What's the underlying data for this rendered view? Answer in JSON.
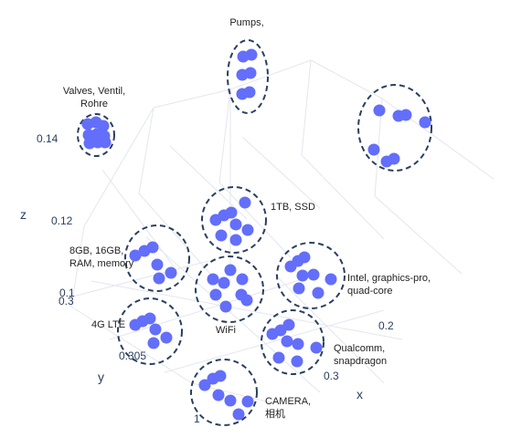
{
  "chart_data": {
    "type": "scatter",
    "dimension": "3d",
    "colors": {
      "point": "#636efa",
      "ring": "#2a3f5f",
      "grid": "#e3e6ef",
      "axis_text": "#2a3f5f"
    },
    "axes": {
      "x": {
        "label": "x",
        "ticks": [
          "0.2",
          "0.3"
        ]
      },
      "y": {
        "label": "y",
        "ticks": [
          "0.3",
          "0.305"
        ]
      },
      "z": {
        "label": "z",
        "ticks": [
          "0.1",
          "0.12",
          "0.14"
        ]
      }
    },
    "clusters": [
      {
        "label_lines": [
          "Pumps,"
        ]
      },
      {
        "label_lines": []
      },
      {
        "label_lines": [
          "Valves, Ventil,",
          "Rohre"
        ]
      },
      {
        "label_lines": [
          "1TB, SSD"
        ]
      },
      {
        "label_lines": [
          "8GB, 16GB,",
          "RAM, memory"
        ]
      },
      {
        "label_lines": [
          "Intel, graphics-pro,",
          "quad-core"
        ]
      },
      {
        "label_lines": [
          "WiFi"
        ]
      },
      {
        "label_lines": [
          "4G LTE"
        ]
      },
      {
        "label_lines": [
          "Qualcomm,",
          "snapdragon"
        ]
      },
      {
        "label_lines": [
          "CAMERA,",
          "相机"
        ]
      }
    ]
  }
}
